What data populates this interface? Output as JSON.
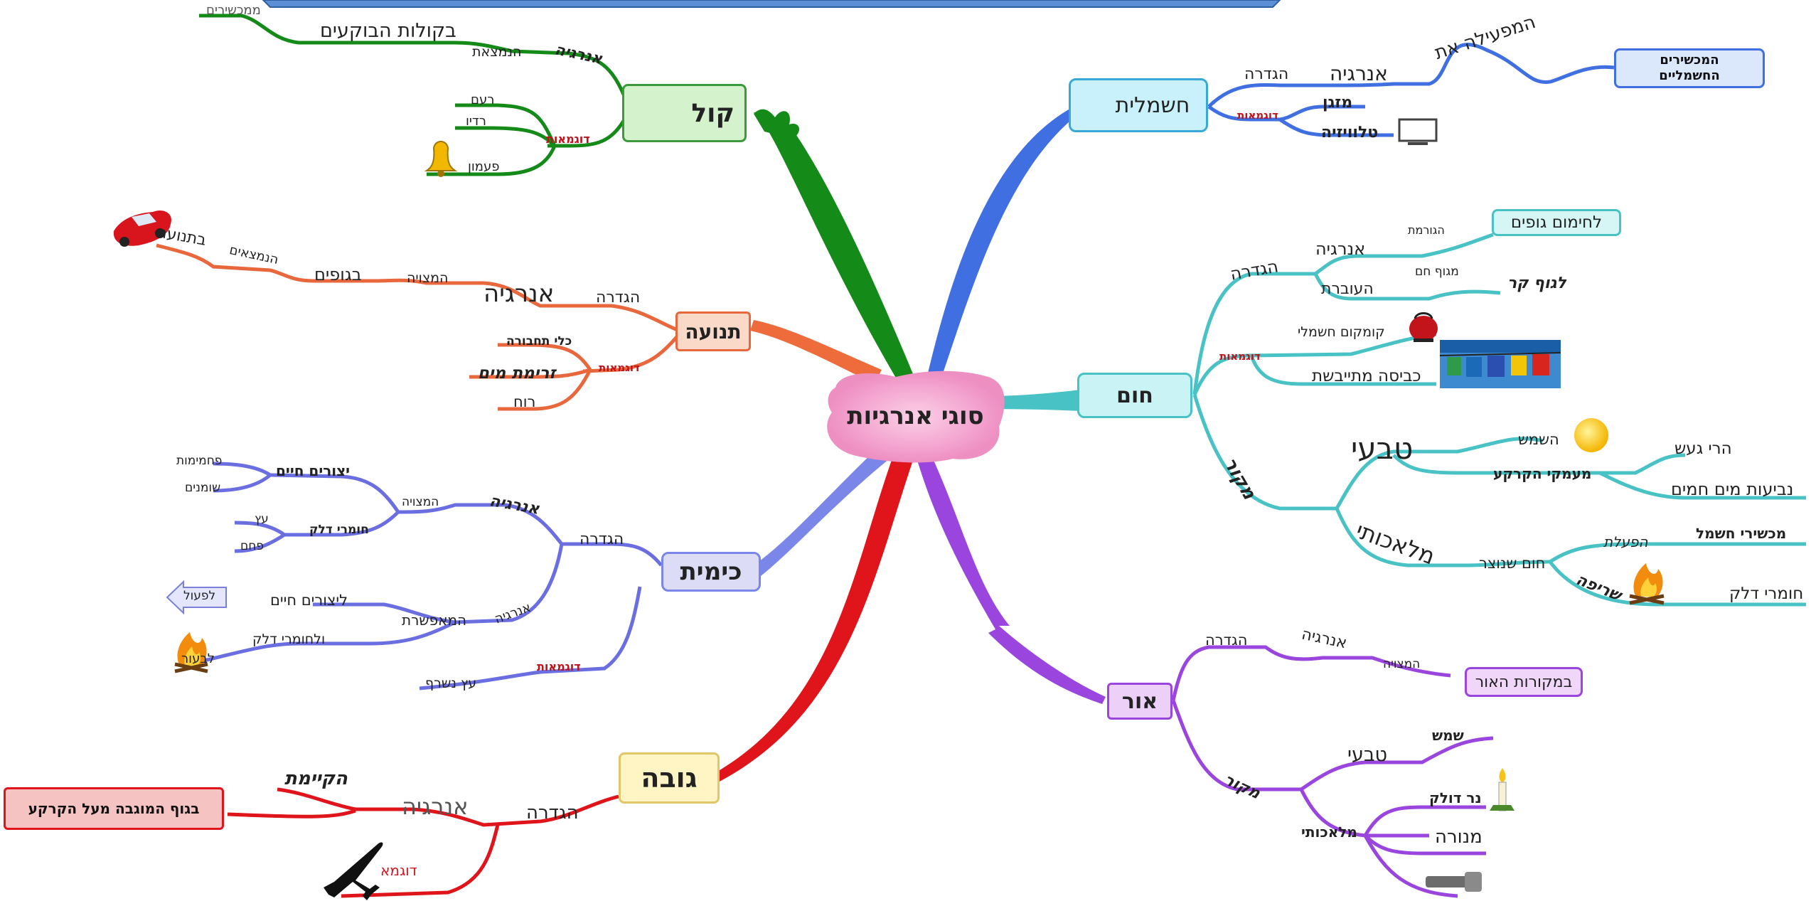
{
  "center": {
    "label": "סוגי אנרגיות"
  },
  "colors": {
    "electric": "#3f6fe0",
    "heat": "#48c2c4",
    "light": "#9a45de",
    "height": "#e0141b",
    "chemical": "#6a6ee0",
    "motion": "#e8673c",
    "sound": "#148a18",
    "center_bg": "#f3a3cf"
  },
  "electric": {
    "title": "חשמלית",
    "definition": "הגדרה",
    "energy": "אנרגיה",
    "activates": "המפעילה את",
    "devices": "המכשירים החשמליים",
    "examples": "דוגמאות",
    "ac": "מזגן",
    "tv": "טלוויזיה"
  },
  "heat": {
    "title": "חום",
    "definition": "הגדרה",
    "energy": "אנרגיה",
    "causes": "הגורמת",
    "warming": "לחימום גופים",
    "transfers": "העוברת",
    "from_hot": "מגוף חם",
    "to_cold": "לגוף קר",
    "examples": "דוגמאות",
    "kettle": "קומקום חשמלי",
    "laundry": "כביסה מתייבשת",
    "source": "מקור",
    "natural": "טבעי",
    "sun": "השמש",
    "earth_depths": "מעמקי הקרקע",
    "volcanoes": "הרי געש",
    "hot_springs": "נביעות מים חמים",
    "artificial": "מלאכותי",
    "produced_heat": "חום שנוצר",
    "operation": "הפעלת",
    "electric_appliances": "מכשירי חשמל",
    "burning": "שריפה",
    "fuels": "חומרי דלק"
  },
  "light": {
    "title": "אור",
    "definition": "הגדרה",
    "energy": "אנרגיה",
    "found": "המצויה",
    "light_sources": "במקורות האור",
    "source": "מקור",
    "natural": "טבעי",
    "sun": "שמש",
    "artificial": "מלאכותי",
    "candle": "נר דולק",
    "lamp": "מנורה"
  },
  "height": {
    "title": "גובה",
    "definition": "הגדרה",
    "energy": "אנרגיה",
    "existing": "הקיימת",
    "raised_body": "בגוף המוגבה מעל הקרקע",
    "example": "דוגמא"
  },
  "chemical": {
    "title": "כימית",
    "definition": "הגדרה",
    "energy": "אנרגיה",
    "found": "המצויה",
    "living": "יצורים חיים",
    "carbs": "פחמימות",
    "fats": "שומנים",
    "fuels": "חומרי דלק",
    "wood": "עץ",
    "coal": "פחם",
    "energy2": "אנרגיה",
    "enables": "המאפשרת",
    "living_to": "ליצורים חיים",
    "to_work": "לפעול",
    "and_fuels": "ולחומרי דלק",
    "to_burn": "לבעור",
    "examples": "דוגמאות",
    "burning_wood": "עץ נשרף"
  },
  "motion": {
    "title": "תנועה",
    "definition": "הגדרה",
    "energy": "אנרגיה",
    "found": "המצויה",
    "bodies": "בגופים",
    "located": "הנמצאים",
    "in_motion": "בתנועה",
    "examples": "דוגמאות",
    "vehicles": "כלי תחבורה",
    "water_flow": "זרימת מים",
    "wind": "רוח"
  },
  "sound": {
    "title": "קול",
    "energy": "אנרגיה",
    "located": "הנמצאת",
    "in_waves": "בקולות הבוקעים",
    "from_devices": "ממכשירים",
    "examples": "דוגמאות",
    "thunder": "רעם",
    "radio": "רדיו",
    "bell": "פעמון"
  }
}
